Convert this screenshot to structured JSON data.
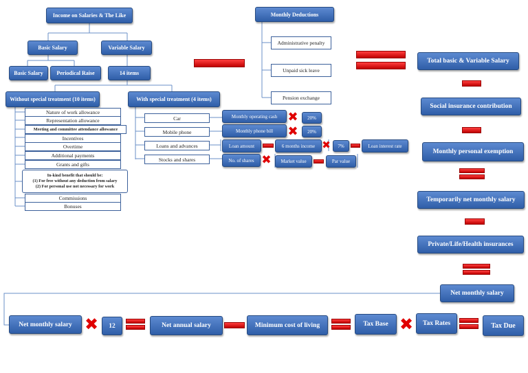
{
  "tree": {
    "root": "Income on Salaries & The Like",
    "basic": "Basic Salary",
    "variable": "Variable Salary",
    "basic_salary": "Basic Salary",
    "periodical_raise": "Periodical Raise",
    "items14": "14 items",
    "without": "Without special treatment (10 items)",
    "with": "With special treatment (4 items)"
  },
  "without_items": [
    "Nature of work allowance",
    "Representation allowance",
    "Meeting and committee attendance allowance",
    "Incentives",
    "Overtime",
    "Additional payments",
    "Grants and gifts",
    "In-kind benefit that should be:",
    "(1) For free without any deduction from salary",
    "(2) For personal use not necessary for work",
    "Commissions",
    "Bonuses"
  ],
  "with_items": {
    "car": "Car",
    "mobile": "Mobile phone",
    "loans": "Loans and advances",
    "stocks": "Stocks and shares",
    "monthly_cash": "Monthly operating cash",
    "pct1": "20%",
    "phone_bill": "Monthly phone bill",
    "pct2": "20%",
    "loan_amount": "Loan amount",
    "six_months": "6 months income",
    "pct3": "7%",
    "loan_rate": "Loan interest rate",
    "num_shares": "No. of shares",
    "market_value": "Market value",
    "par_value": "Par value"
  },
  "deductions": {
    "title": "Monthly Deductions",
    "items": [
      "Administrative penalty",
      "Unpaid sick leave",
      "Pension exchange"
    ]
  },
  "right_column": [
    "Total basic & Variable Salary",
    "Social insurance contribution",
    "Monthly personal exemption",
    "Temporarily net monthly salary",
    "Private/Life/Health insurances",
    "Net monthly salary"
  ],
  "bottom_row": {
    "net_monthly": "Net monthly salary",
    "twelve": "12",
    "net_annual": "Net annual salary",
    "min_cost": "Minimum cost of living",
    "tax_base": "Tax Base",
    "tax_rates": "Tax Rates",
    "tax_due": "Tax Due"
  },
  "colors": {
    "box_blue": "#3a6bb8",
    "operator_red": "#d00000",
    "line": "#6a8fc7"
  }
}
